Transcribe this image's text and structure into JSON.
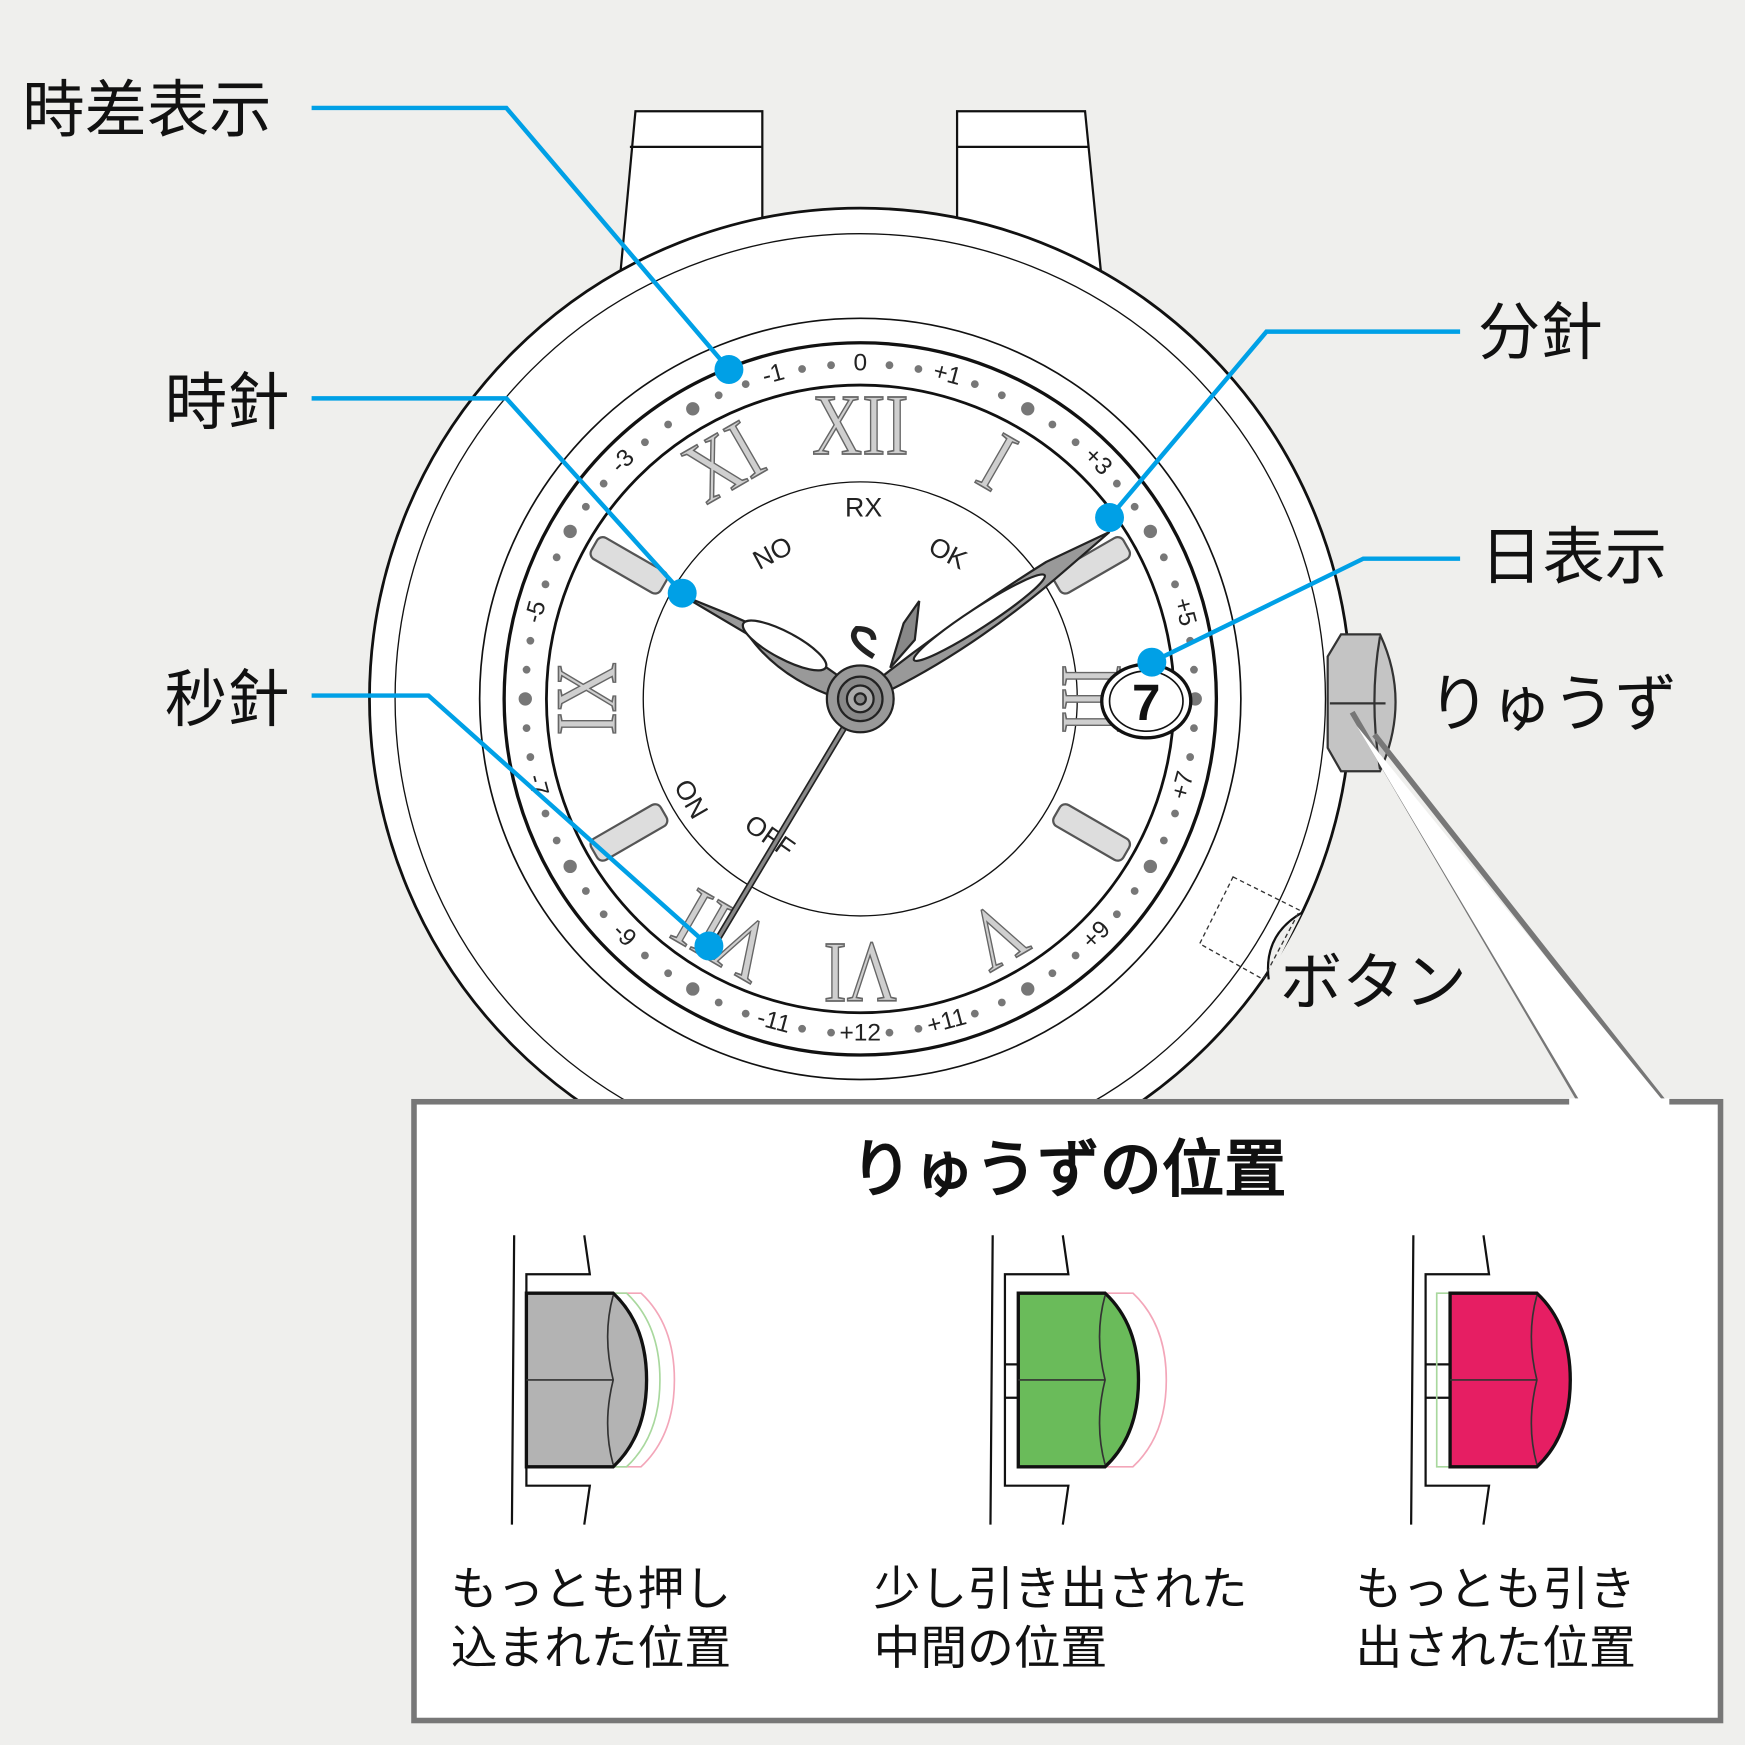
{
  "labels": {
    "time_difference": "時差表示",
    "hour_hand": "時針",
    "second_hand": "秒針",
    "minute_hand": "分針",
    "date": "日表示",
    "crown": "りゅうず",
    "button": "ボタン"
  },
  "dial": {
    "scale_labels": [
      "0",
      "+1",
      "+3",
      "+5",
      "+7",
      "+9",
      "+11",
      "+12",
      "-11",
      "-9",
      "-7",
      "-5",
      "-3",
      "-1"
    ],
    "numerals": [
      "XII",
      "I",
      "III",
      "V",
      "VI",
      "VII",
      "IX",
      "XI"
    ],
    "inner_texts": {
      "rx": "RX",
      "no": "NO",
      "ok": "OK",
      "on": "ON",
      "off": "OFF"
    },
    "date_value": "7"
  },
  "crown_positions": {
    "title": "りゅうずの位置",
    "items": [
      {
        "line1": "もっとも押し",
        "line2": "込まれた位置",
        "color": "#b3b3b3"
      },
      {
        "line1": "少し引き出された",
        "line2": "中間の位置",
        "color": "#6abb5a"
      },
      {
        "line1": "もっとも引き",
        "line2": "出された位置",
        "color": "#e61e63"
      }
    ]
  },
  "colors": {
    "leader": "#00a0e6",
    "box_border": "#777777"
  }
}
